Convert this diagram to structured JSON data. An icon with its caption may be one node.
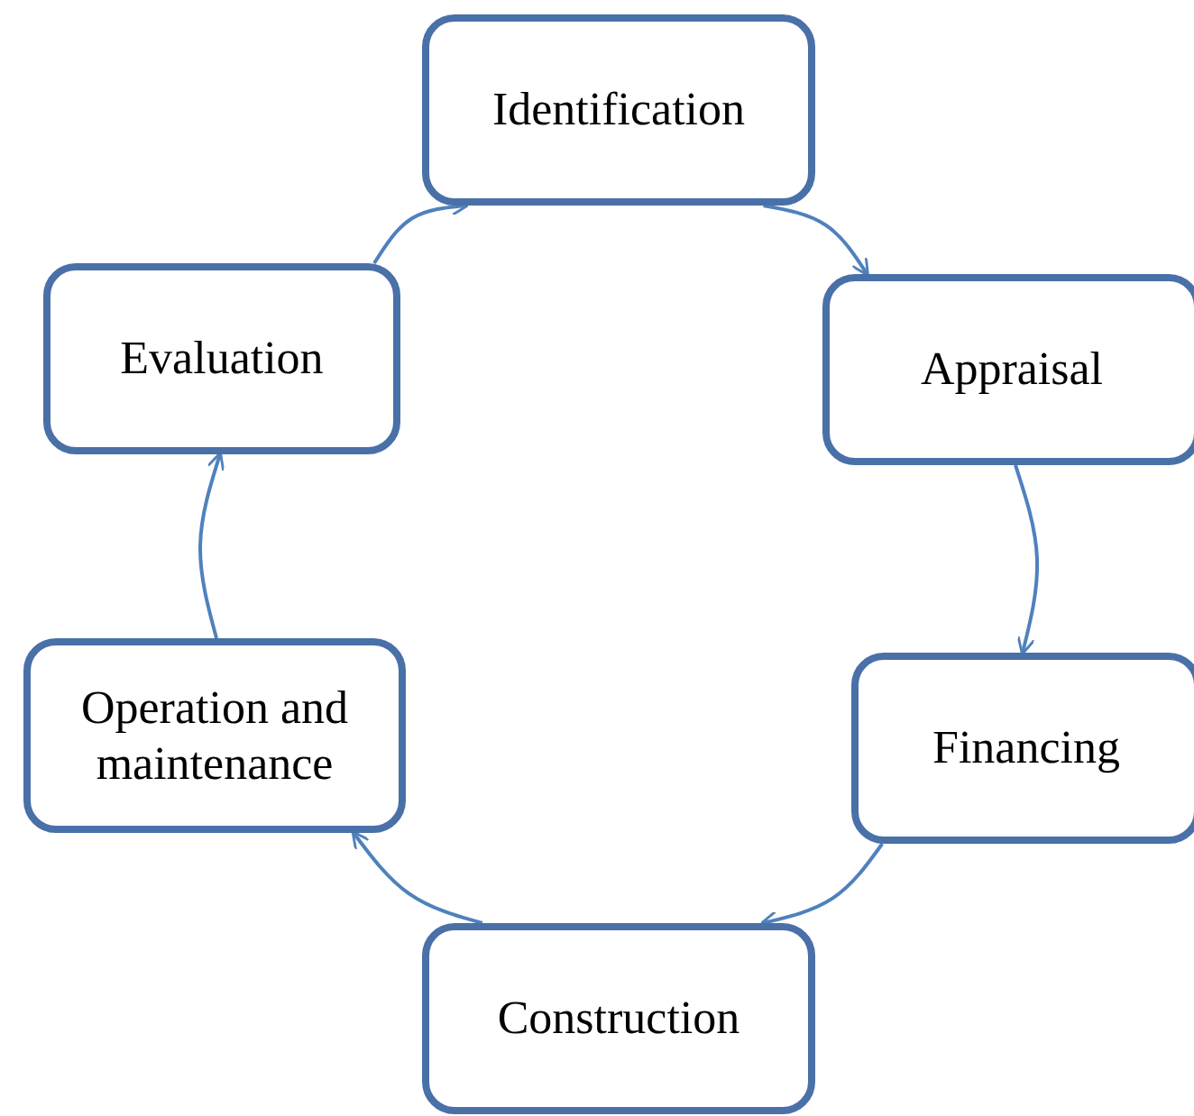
{
  "diagram": {
    "nodes": [
      {
        "text": [
          "Identification"
        ]
      },
      {
        "text": [
          "Appraisal"
        ]
      },
      {
        "text": [
          "Financing"
        ]
      },
      {
        "text": [
          "Construction"
        ]
      },
      {
        "text": [
          "Operation and maintenance"
        ]
      },
      {
        "text": [
          "Evaluation"
        ]
      }
    ],
    "edges": [
      {
        "from": 0,
        "to": 1,
        "arrow": "to"
      },
      {
        "from": 1,
        "to": 2,
        "arrow": "to"
      },
      {
        "from": 2,
        "to": 3,
        "arrow": "to"
      },
      {
        "from": 3,
        "to": 4,
        "arrow": "to"
      },
      {
        "from": 4,
        "to": 5,
        "arrow": "to"
      },
      {
        "from": 5,
        "to": 0,
        "arrow": "to"
      }
    ]
  }
}
